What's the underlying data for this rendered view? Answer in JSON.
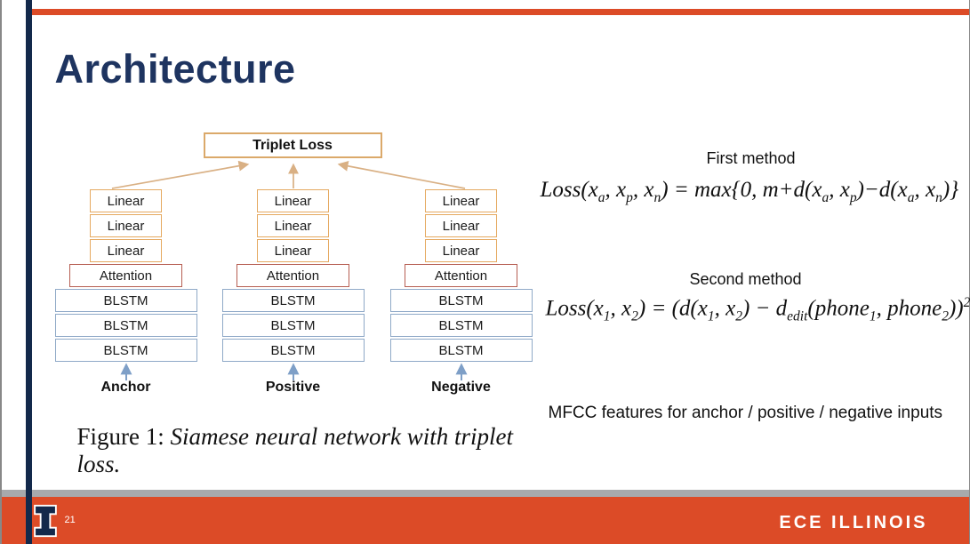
{
  "slide": {
    "title": "Architecture",
    "page_number": "21"
  },
  "colors": {
    "accent_orange": "#DC4B27",
    "navy": "#13294B",
    "footer_gray": "#A7A9AC",
    "linear_border": "#E5A960",
    "attention_border": "#B65E52",
    "blstm_border": "#8FA9C7",
    "tan_arrow": "#D9B084",
    "blue_arrow": "#7E9FC7"
  },
  "diagram": {
    "triplet_loss_label": "Triplet Loss",
    "columns": [
      {
        "label": "Anchor",
        "boxes": [
          "Linear",
          "Linear",
          "Linear",
          "Attention",
          "BLSTM",
          "BLSTM",
          "BLSTM"
        ]
      },
      {
        "label": "Positive",
        "boxes": [
          "Linear",
          "Linear",
          "Linear",
          "Attention",
          "BLSTM",
          "BLSTM",
          "BLSTM"
        ]
      },
      {
        "label": "Negative",
        "boxes": [
          "Linear",
          "Linear",
          "Linear",
          "Attention",
          "BLSTM",
          "BLSTM",
          "BLSTM"
        ]
      }
    ],
    "caption_prefix": "Figure 1: ",
    "caption_italic": "Siamese neural network with triplet loss."
  },
  "methods": {
    "first_heading": "First method",
    "first_formula": {
      "segments": [
        {
          "t": "Loss(x"
        },
        {
          "sub": "a"
        },
        {
          "t": ", x"
        },
        {
          "sub": "p"
        },
        {
          "t": ", x"
        },
        {
          "sub": "n"
        },
        {
          "t": ") = max{0, m+d(x"
        },
        {
          "sub": "a"
        },
        {
          "t": ", x"
        },
        {
          "sub": "p"
        },
        {
          "t": ")−d(x"
        },
        {
          "sub": "a"
        },
        {
          "t": ", x"
        },
        {
          "sub": "n"
        },
        {
          "t": ")}"
        }
      ]
    },
    "second_heading": "Second method",
    "second_formula": {
      "segments": [
        {
          "t": "Loss(x"
        },
        {
          "sub": "1"
        },
        {
          "t": ", x"
        },
        {
          "sub": "2"
        },
        {
          "t": ") = (d(x"
        },
        {
          "sub": "1"
        },
        {
          "t": ", x"
        },
        {
          "sub": "2"
        },
        {
          "t": ") − d"
        },
        {
          "sub": "edit"
        },
        {
          "t": "(phone"
        },
        {
          "sub": "1"
        },
        {
          "t": ", phone"
        },
        {
          "sub": "2"
        },
        {
          "t": "))"
        },
        {
          "sup": "2"
        }
      ]
    },
    "note": "MFCC features for anchor / positive / negative inputs"
  },
  "footer": {
    "brand": "ECE ILLINOIS",
    "logo": "illinois-block-i-icon"
  }
}
